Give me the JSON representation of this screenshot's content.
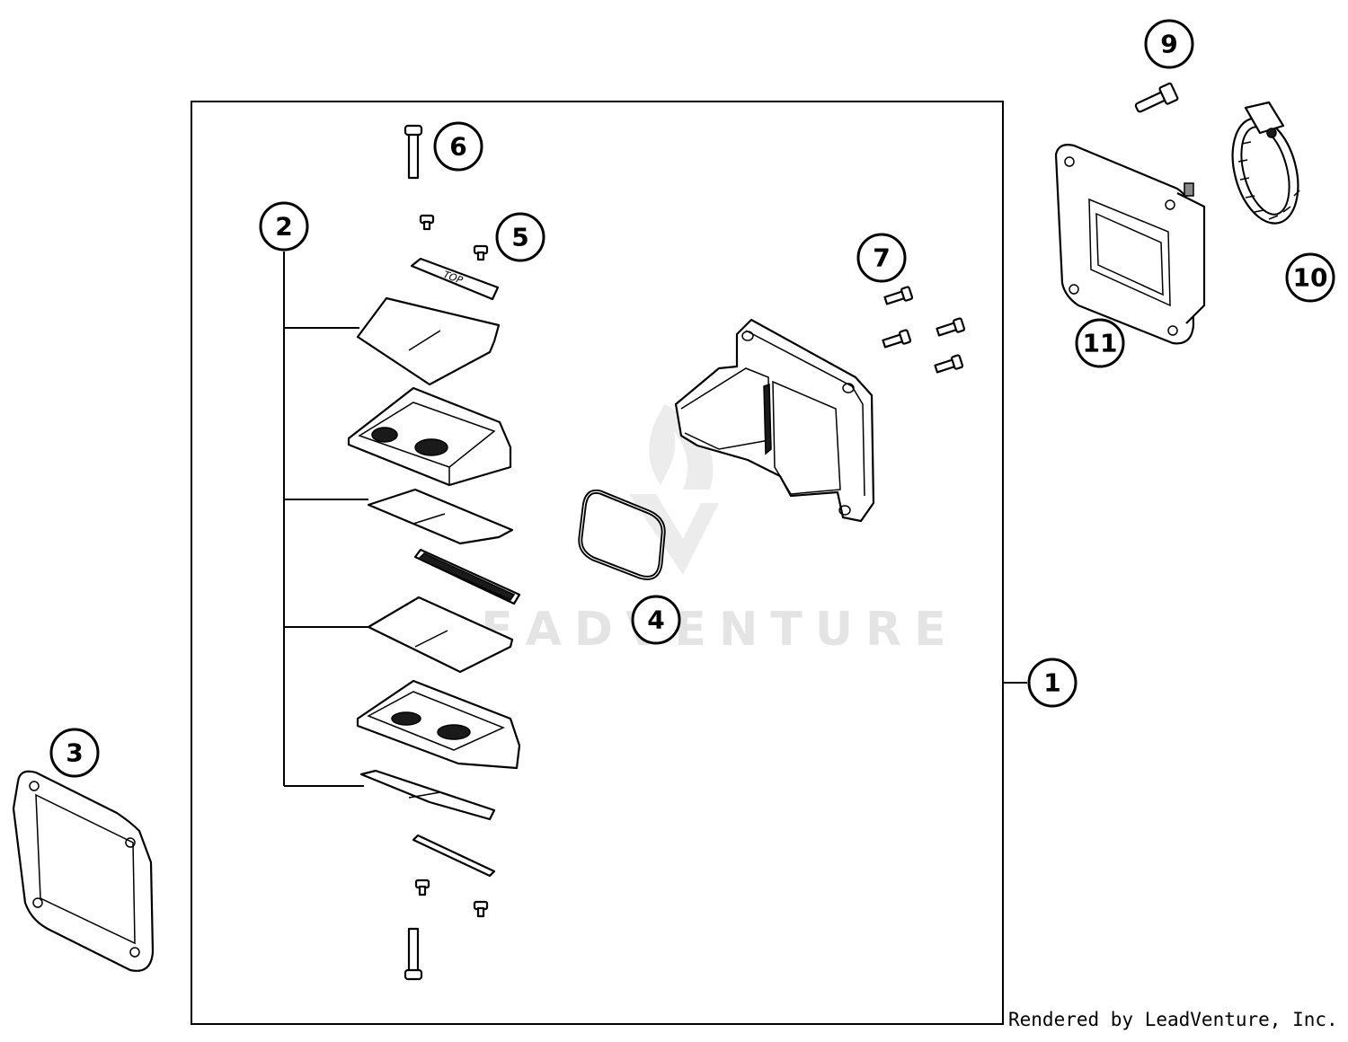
{
  "watermark": {
    "text": "LEADVENTURE"
  },
  "credit": "Rendered by LeadVenture, Inc.",
  "reed_plate_label": "TOP",
  "callouts": [
    {
      "id": "1",
      "label": "1"
    },
    {
      "id": "2",
      "label": "2"
    },
    {
      "id": "3",
      "label": "3"
    },
    {
      "id": "4",
      "label": "4"
    },
    {
      "id": "5",
      "label": "5"
    },
    {
      "id": "6",
      "label": "6"
    },
    {
      "id": "7",
      "label": "7"
    },
    {
      "id": "9",
      "label": "9"
    },
    {
      "id": "10",
      "label": "10"
    },
    {
      "id": "11",
      "label": "11"
    }
  ]
}
